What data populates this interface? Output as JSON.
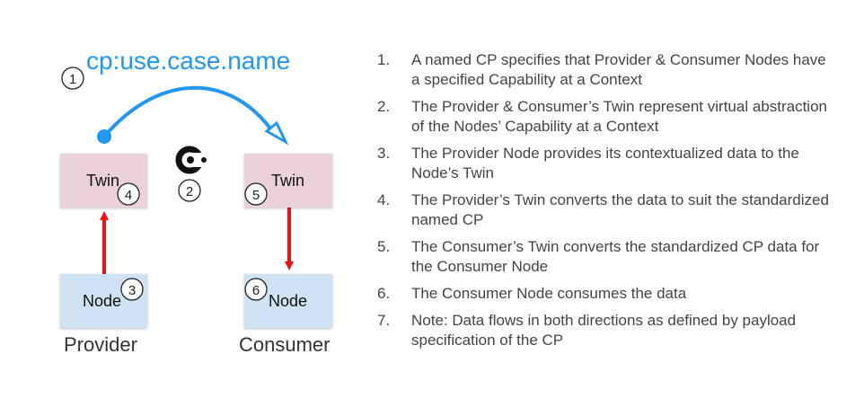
{
  "cp_name": "cp:use.case.name",
  "provider": {
    "twin_label": "Twin",
    "node_label": "Node",
    "role_label": "Provider"
  },
  "consumer": {
    "twin_label": "Twin",
    "node_label": "Node",
    "role_label": "Consumer"
  },
  "markers": [
    "1",
    "2",
    "3",
    "4",
    "5",
    "6"
  ],
  "logo": {
    "name": "catena-x-logo-icon"
  },
  "colors": {
    "accent_blue": "#2196f3",
    "flow_red": "#ee1111",
    "twin_fill": "#ead1dc",
    "node_fill": "#cfe2f3"
  },
  "steps": [
    {
      "num": "1.",
      "text": "A named CP specifies that Provider & Consumer Nodes have a specified Capability at a Context"
    },
    {
      "num": "2.",
      "text": "The Provider & Consumer’s Twin represent virtual abstraction of the Nodes’ Capability at a Context"
    },
    {
      "num": "3.",
      "text": "The Provider Node provides its contextualized data to the Node’s Twin"
    },
    {
      "num": "4.",
      "text": "The Provider’s Twin converts the data to suit the standardized named CP"
    },
    {
      "num": "5.",
      "text": "The Consumer’s Twin converts the standardized CP data for the Consumer Node"
    },
    {
      "num": "6.",
      "text": "The Consumer Node consumes the data"
    },
    {
      "num": "7.",
      "text": "Note: Data flows in both directions as defined by payload specification of the CP"
    }
  ]
}
